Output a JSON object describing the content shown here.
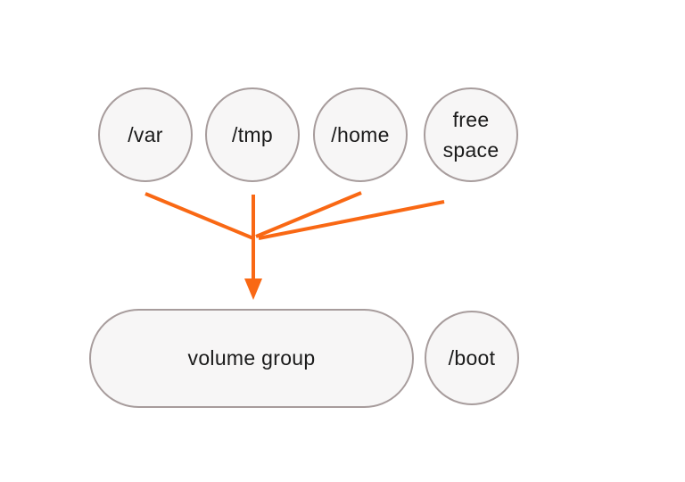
{
  "diagram": {
    "nodes": [
      {
        "id": "var",
        "label": "/var",
        "shape": "circle"
      },
      {
        "id": "tmp",
        "label": "/tmp",
        "shape": "circle"
      },
      {
        "id": "home",
        "label": "/home",
        "shape": "circle"
      },
      {
        "id": "free-space",
        "label": "free space",
        "shape": "circle"
      },
      {
        "id": "volume-group",
        "label": "volume group",
        "shape": "pill"
      },
      {
        "id": "boot",
        "label": "/boot",
        "shape": "circle"
      }
    ],
    "edges": [
      {
        "from": "/var",
        "to": "volume group"
      },
      {
        "from": "/tmp",
        "to": "volume group"
      },
      {
        "from": "/home",
        "to": "volume group"
      },
      {
        "from": "free space",
        "to": "volume group"
      }
    ],
    "colors": {
      "arrow": "#f96814",
      "node_border": "#a79c9c",
      "node_fill": "#f7f6f6",
      "text": "#1a1a1a",
      "background": "#ffffff"
    }
  }
}
